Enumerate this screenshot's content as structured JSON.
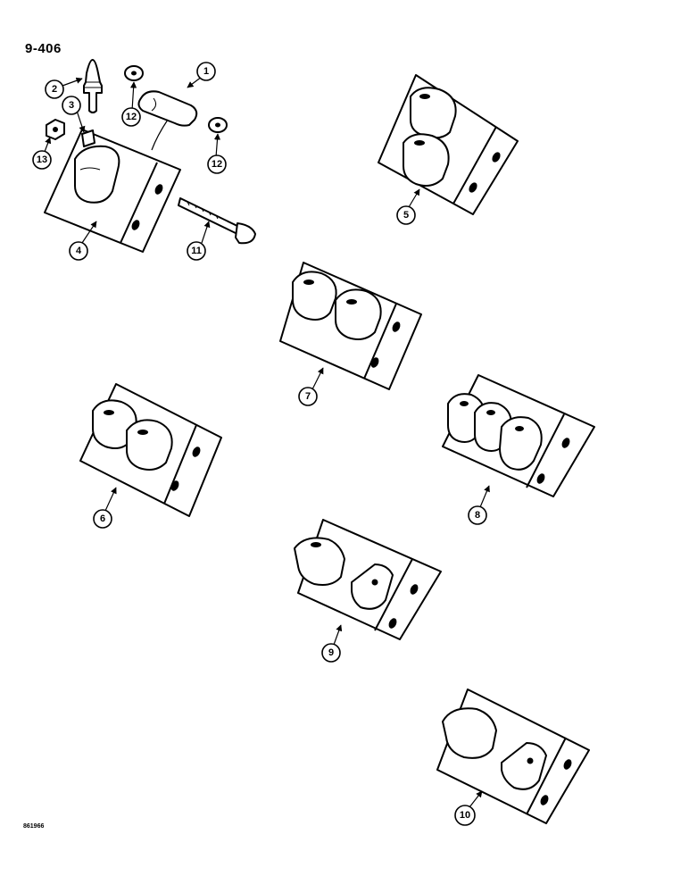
{
  "page": {
    "title": "9-406",
    "figure_id": "861966"
  },
  "callouts": {
    "c1": "1",
    "c2": "2",
    "c3": "3",
    "c4": "4",
    "c5": "5",
    "c6": "6",
    "c7": "7",
    "c8": "8",
    "c9": "9",
    "c10": "10",
    "c11": "11",
    "c12a": "12",
    "c12b": "12",
    "c13": "13"
  }
}
